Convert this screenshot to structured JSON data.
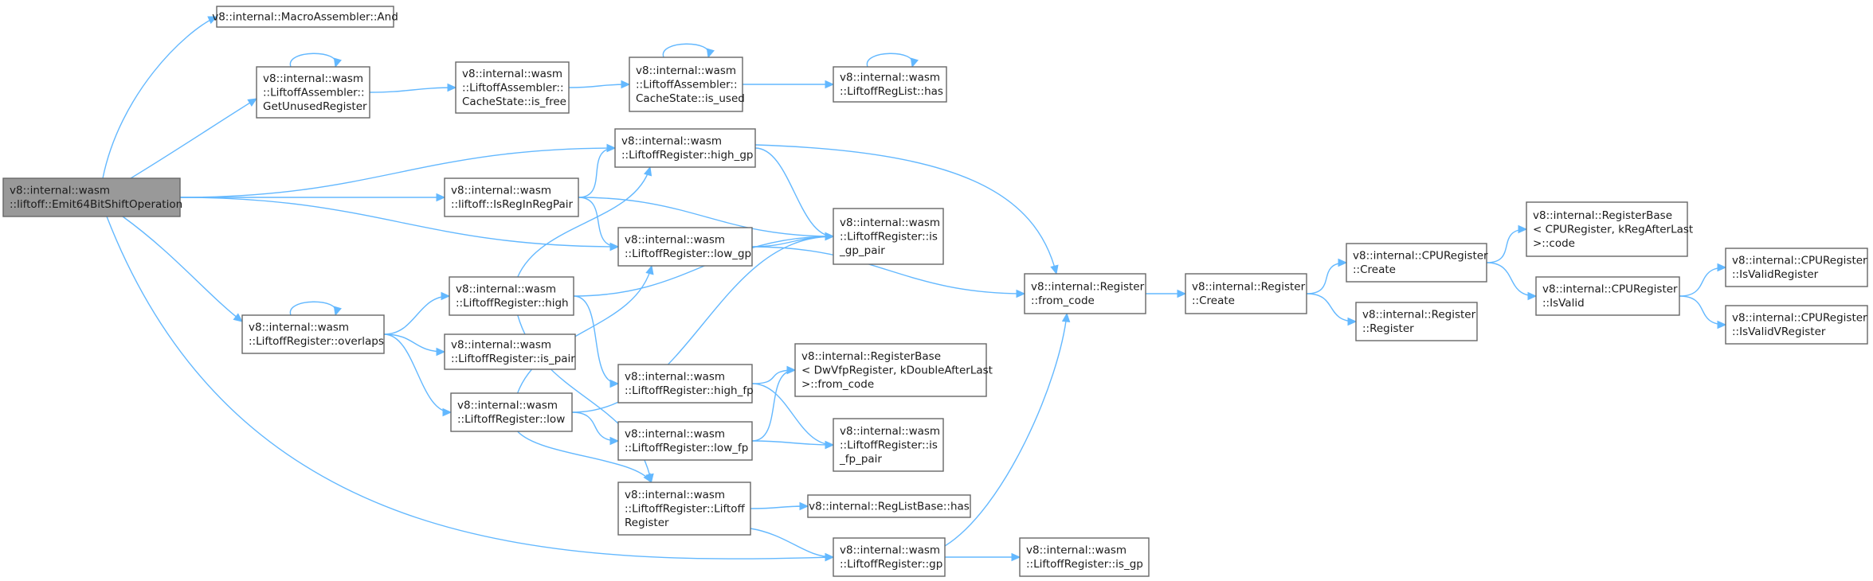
{
  "graph": {
    "edge_color": "#63b8ff",
    "node_border": "#666666",
    "root_fill": "#999999",
    "nodes": [
      {
        "id": "emit64",
        "lines": [
          "v8::internal::wasm",
          "::liftoff::Emit64BitShiftOperation"
        ],
        "root": true
      },
      {
        "id": "masmAnd",
        "lines": [
          "v8::internal::MacroAssembler::And"
        ]
      },
      {
        "id": "getUnused",
        "lines": [
          "v8::internal::wasm",
          "::LiftoffAssembler::",
          "GetUnusedRegister"
        ]
      },
      {
        "id": "isFree",
        "lines": [
          "v8::internal::wasm",
          "::LiftoffAssembler::",
          "CacheState::is_free"
        ]
      },
      {
        "id": "isUsed",
        "lines": [
          "v8::internal::wasm",
          "::LiftoffAssembler::",
          "CacheState::is_used"
        ]
      },
      {
        "id": "regListHas",
        "lines": [
          "v8::internal::wasm",
          "::LiftoffRegList::has"
        ]
      },
      {
        "id": "highGp",
        "lines": [
          "v8::internal::wasm",
          "::LiftoffRegister::high_gp"
        ]
      },
      {
        "id": "isRegInRegPair",
        "lines": [
          "v8::internal::wasm",
          "::liftoff::IsRegInRegPair"
        ]
      },
      {
        "id": "isGpPair",
        "lines": [
          "v8::internal::wasm",
          "::LiftoffRegister::is",
          "_gp_pair"
        ]
      },
      {
        "id": "lowGp",
        "lines": [
          "v8::internal::wasm",
          "::LiftoffRegister::low_gp"
        ]
      },
      {
        "id": "overlaps",
        "lines": [
          "v8::internal::wasm",
          "::LiftoffRegister::overlaps"
        ]
      },
      {
        "id": "high",
        "lines": [
          "v8::internal::wasm",
          "::LiftoffRegister::high"
        ]
      },
      {
        "id": "isPair",
        "lines": [
          "v8::internal::wasm",
          "::LiftoffRegister::is_pair"
        ]
      },
      {
        "id": "low",
        "lines": [
          "v8::internal::wasm",
          "::LiftoffRegister::low"
        ]
      },
      {
        "id": "highFp",
        "lines": [
          "v8::internal::wasm",
          "::LiftoffRegister::high_fp"
        ]
      },
      {
        "id": "lowFp",
        "lines": [
          "v8::internal::wasm",
          "::LiftoffRegister::low_fp"
        ]
      },
      {
        "id": "rbFromCode",
        "lines": [
          "v8::internal::RegisterBase",
          "< DwVfpRegister, kDoubleAfterLast",
          ">::from_code"
        ]
      },
      {
        "id": "isFpPair",
        "lines": [
          "v8::internal::wasm",
          "::LiftoffRegister::is",
          "_fp_pair"
        ]
      },
      {
        "id": "liftoffCtor",
        "lines": [
          "v8::internal::wasm",
          "::LiftoffRegister::Liftoff",
          "Register"
        ]
      },
      {
        "id": "regListBaseHas",
        "lines": [
          "v8::internal::RegListBase::has"
        ]
      },
      {
        "id": "gp",
        "lines": [
          "v8::internal::wasm",
          "::LiftoffRegister::gp"
        ]
      },
      {
        "id": "isGp",
        "lines": [
          "v8::internal::wasm",
          "::LiftoffRegister::is_gp"
        ]
      },
      {
        "id": "regFromCode",
        "lines": [
          "v8::internal::Register",
          "::from_code"
        ]
      },
      {
        "id": "regCreate",
        "lines": [
          "v8::internal::Register",
          "::Create"
        ]
      },
      {
        "id": "regCtor",
        "lines": [
          "v8::internal::Register",
          "::Register"
        ]
      },
      {
        "id": "cpuCreate",
        "lines": [
          "v8::internal::CPURegister",
          "::Create"
        ]
      },
      {
        "id": "rbCode",
        "lines": [
          "v8::internal::RegisterBase",
          "< CPURegister, kRegAfterLast",
          ">::code"
        ]
      },
      {
        "id": "cpuIsValid",
        "lines": [
          "v8::internal::CPURegister",
          "::IsValid"
        ]
      },
      {
        "id": "cpuIsValidReg",
        "lines": [
          "v8::internal::CPURegister",
          "::IsValidRegister"
        ]
      },
      {
        "id": "cpuIsValidV",
        "lines": [
          "v8::internal::CPURegister",
          "::IsValidVRegister"
        ]
      }
    ],
    "edges": [
      {
        "from": "emit64",
        "to": "masmAnd"
      },
      {
        "from": "emit64",
        "to": "getUnused"
      },
      {
        "from": "emit64",
        "to": "highGp"
      },
      {
        "from": "emit64",
        "to": "isRegInRegPair"
      },
      {
        "from": "emit64",
        "to": "lowGp"
      },
      {
        "from": "emit64",
        "to": "overlaps"
      },
      {
        "from": "emit64",
        "to": "gp"
      },
      {
        "from": "getUnused",
        "to": "getUnused"
      },
      {
        "from": "getUnused",
        "to": "isFree"
      },
      {
        "from": "isFree",
        "to": "isUsed"
      },
      {
        "from": "isUsed",
        "to": "isUsed"
      },
      {
        "from": "isUsed",
        "to": "regListHas"
      },
      {
        "from": "regListHas",
        "to": "regListHas"
      },
      {
        "from": "highGp",
        "to": "isGpPair"
      },
      {
        "from": "highGp",
        "to": "regFromCode"
      },
      {
        "from": "isRegInRegPair",
        "to": "highGp"
      },
      {
        "from": "isRegInRegPair",
        "to": "isGpPair"
      },
      {
        "from": "isRegInRegPair",
        "to": "lowGp"
      },
      {
        "from": "lowGp",
        "to": "isGpPair"
      },
      {
        "from": "lowGp",
        "to": "regFromCode"
      },
      {
        "from": "overlaps",
        "to": "overlaps"
      },
      {
        "from": "overlaps",
        "to": "high"
      },
      {
        "from": "overlaps",
        "to": "isPair"
      },
      {
        "from": "overlaps",
        "to": "low"
      },
      {
        "from": "high",
        "to": "highGp"
      },
      {
        "from": "high",
        "to": "isGpPair"
      },
      {
        "from": "high",
        "to": "highFp"
      },
      {
        "from": "high",
        "to": "liftoffCtor"
      },
      {
        "from": "low",
        "to": "lowGp"
      },
      {
        "from": "low",
        "to": "isGpPair"
      },
      {
        "from": "low",
        "to": "lowFp"
      },
      {
        "from": "low",
        "to": "liftoffCtor"
      },
      {
        "from": "highFp",
        "to": "rbFromCode"
      },
      {
        "from": "highFp",
        "to": "isFpPair"
      },
      {
        "from": "lowFp",
        "to": "rbFromCode"
      },
      {
        "from": "lowFp",
        "to": "isFpPair"
      },
      {
        "from": "liftoffCtor",
        "to": "regListBaseHas"
      },
      {
        "from": "liftoffCtor",
        "to": "gp"
      },
      {
        "from": "gp",
        "to": "isGp"
      },
      {
        "from": "gp",
        "to": "regFromCode"
      },
      {
        "from": "regFromCode",
        "to": "regCreate"
      },
      {
        "from": "regCreate",
        "to": "cpuCreate"
      },
      {
        "from": "regCreate",
        "to": "regCtor"
      },
      {
        "from": "cpuCreate",
        "to": "rbCode"
      },
      {
        "from": "cpuCreate",
        "to": "cpuIsValid"
      },
      {
        "from": "cpuIsValid",
        "to": "cpuIsValidReg"
      },
      {
        "from": "cpuIsValid",
        "to": "cpuIsValidV"
      }
    ]
  }
}
